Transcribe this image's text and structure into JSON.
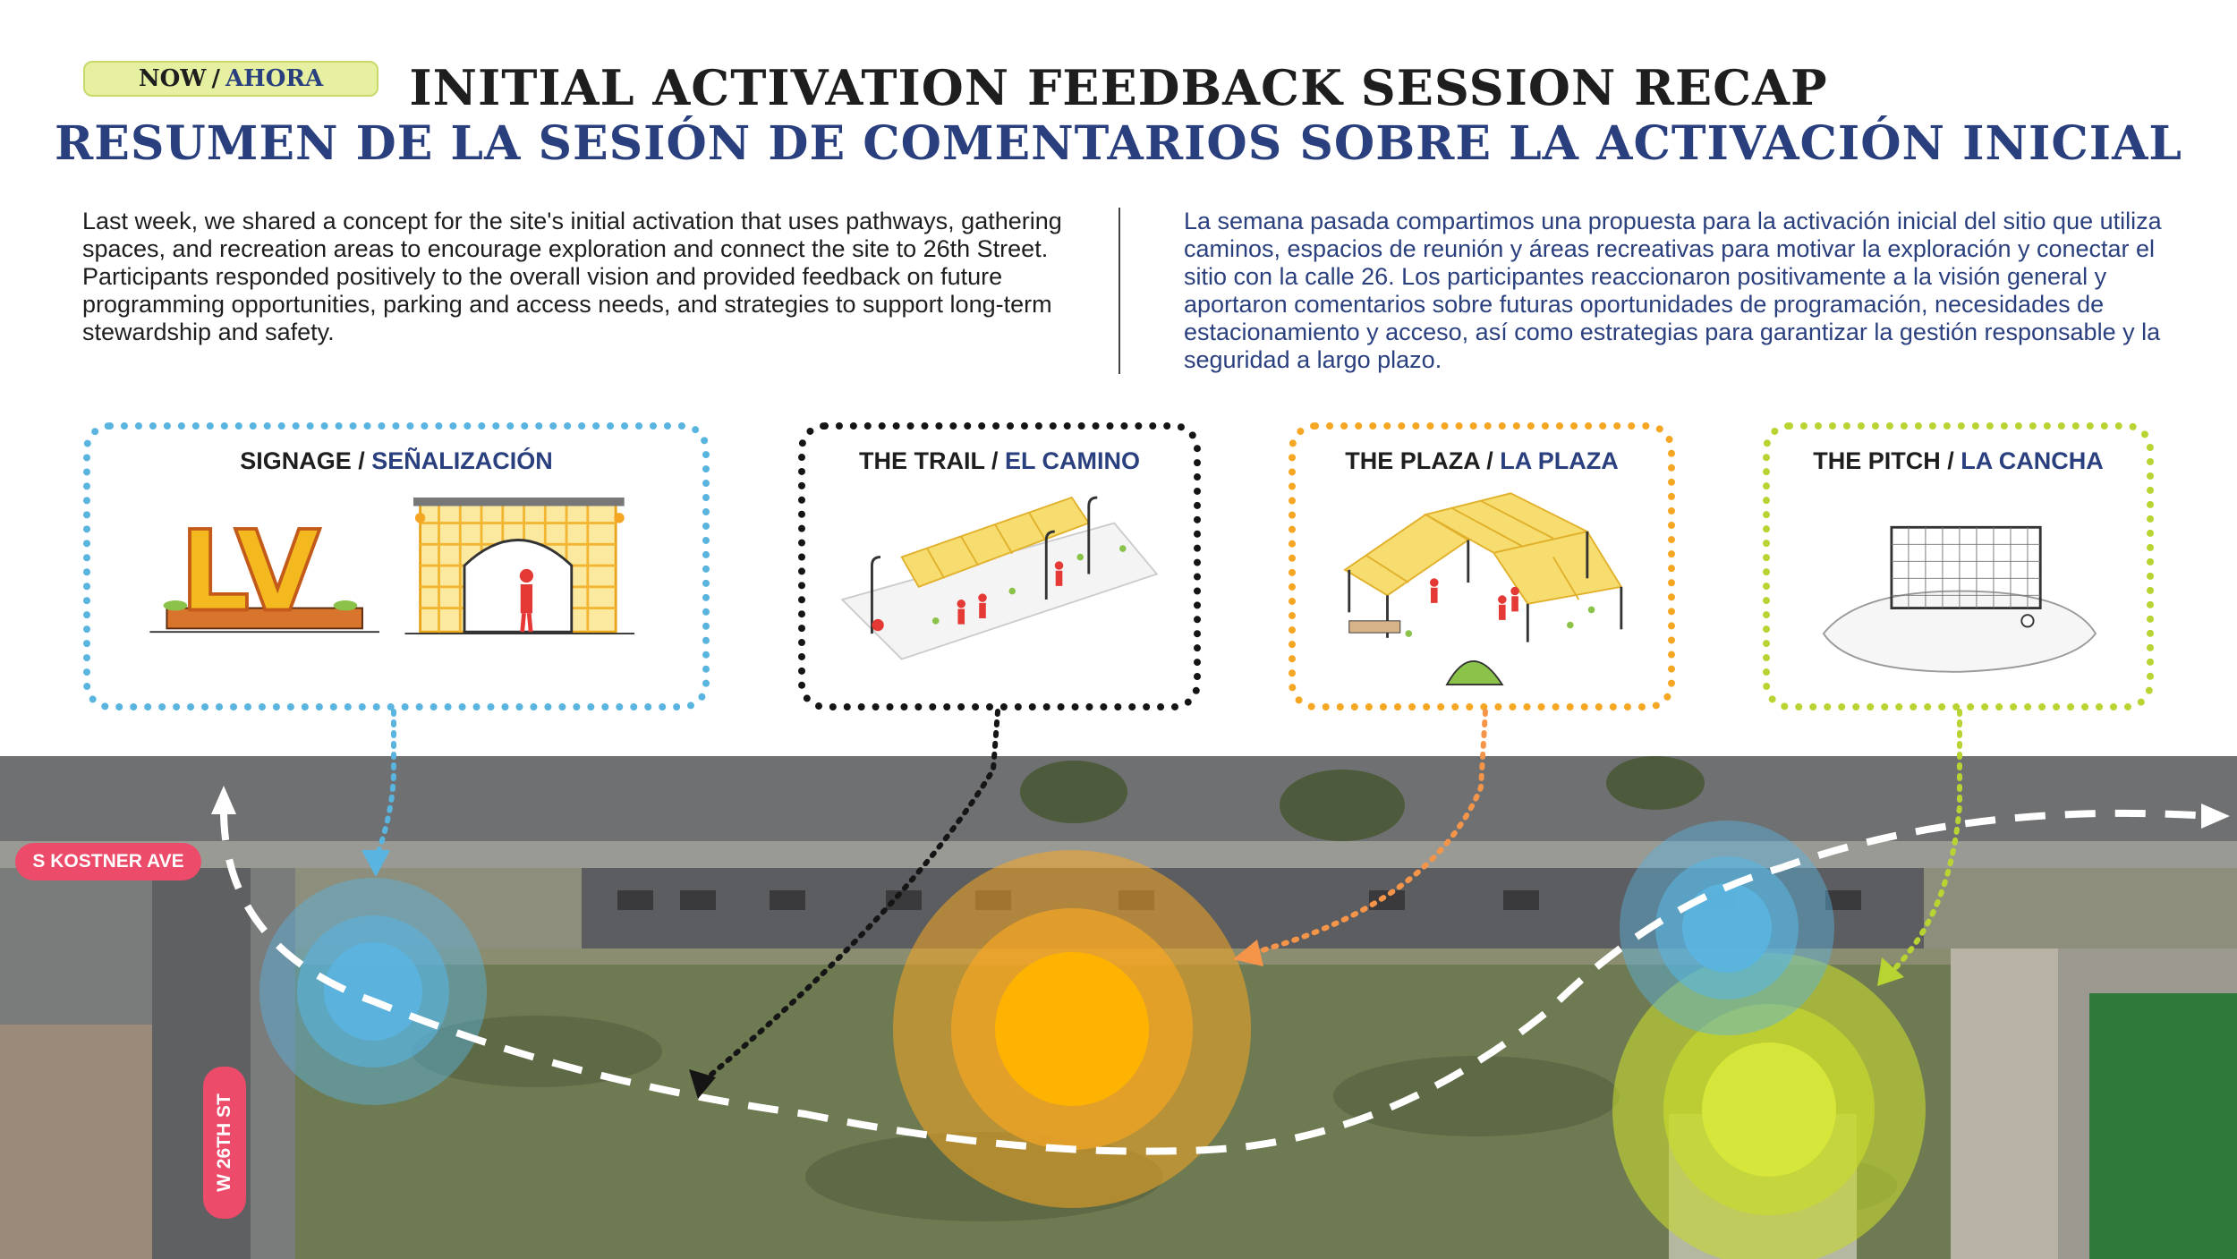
{
  "header": {
    "badge_en": "NOW",
    "badge_sep": "/",
    "badge_es": "AHORA",
    "title_en": "INITIAL ACTIVATION FEEDBACK SESSION RECAP",
    "title_es": "RESUMEN DE LA SESIÓN DE COMENTARIOS SOBRE LA ACTIVACIÓN INICIAL"
  },
  "intro": {
    "en": "Last week, we shared a concept for the site's initial activation that uses pathways, gathering spaces, and recreation areas to encourage exploration and connect the site to 26th Street. Participants responded positively to the overall vision and provided feedback on future programming opportunities, parking and access needs, and strategies to support long-term stewardship and safety.",
    "es": "La semana pasada compartimos una propuesta para la activación inicial del sitio que utiliza caminos, espacios de reunión y áreas recreativas para motivar la exploración y conectar el sitio con la calle 26. Los participantes reaccionaron positivamente a la visión general y aportaron comentarios sobre futuras oportunidades de programación, necesidades de estacionamiento y acceso, así como estrategias para garantizar la gestión responsable y la seguridad a largo plazo."
  },
  "cards": [
    {
      "en": "SIGNAGE",
      "es": "SEÑALIZACIÓN",
      "sep": "/",
      "color": "#5ab4e0"
    },
    {
      "en": "THE TRAIL",
      "es": "EL CAMINO",
      "sep": "/",
      "color": "#151515"
    },
    {
      "en": "THE PLAZA",
      "es": "LA PLAZA",
      "sep": "/",
      "color": "#f5a623"
    },
    {
      "en": "THE PITCH",
      "es": "LA CANCHA",
      "sep": "/",
      "color": "#b8d432"
    }
  ],
  "signage_letters": "LV",
  "streets": {
    "horizontal": "S KOSTNER AVE",
    "vertical": "W 26TH ST"
  },
  "colors": {
    "navy": "#2a3f7e",
    "blue": "#5ab4e0",
    "orange": "#f5a623",
    "lime": "#b8d432",
    "street_pink": "#ec4b6a"
  }
}
